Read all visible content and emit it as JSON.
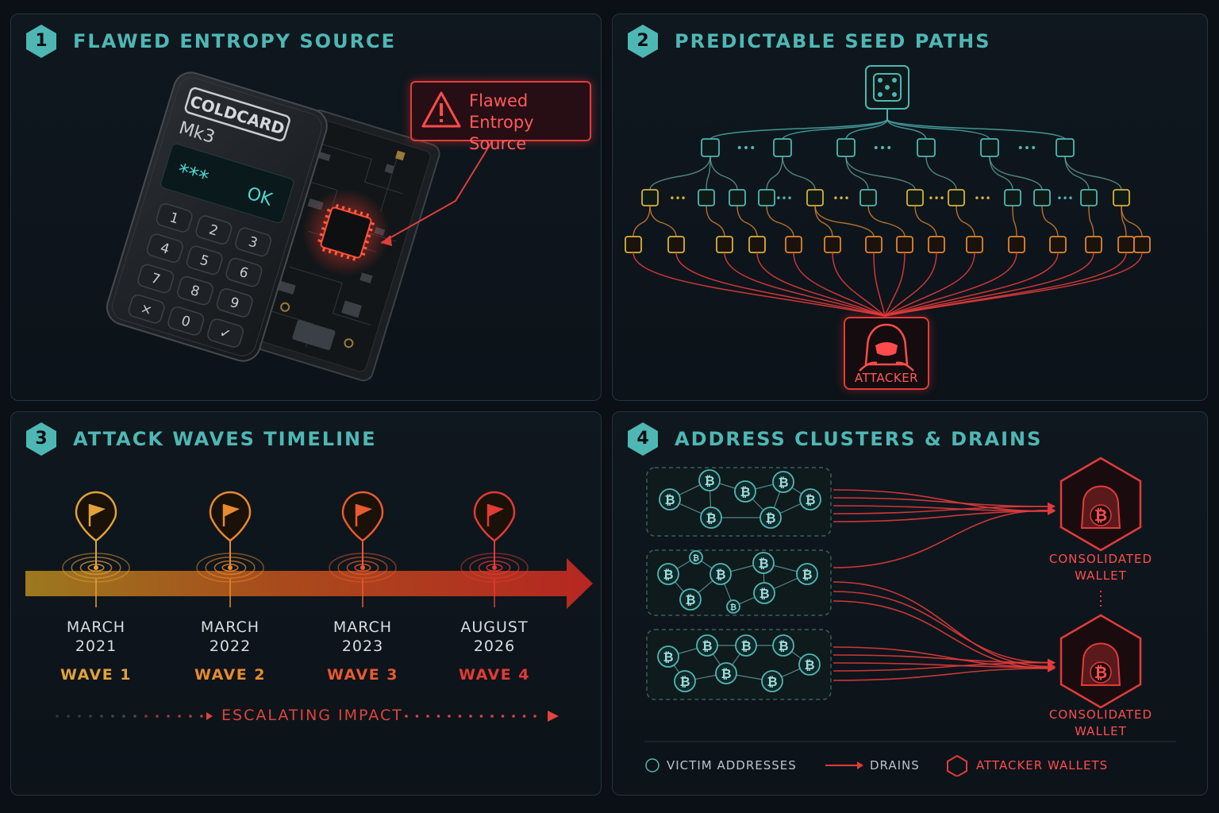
{
  "panels": [
    {
      "num": "1",
      "title": "FLAWED ENTROPY SOURCE"
    },
    {
      "num": "2",
      "title": "PREDICTABLE SEED PATHS"
    },
    {
      "num": "3",
      "title": "ATTACK WAVES TIMELINE"
    },
    {
      "num": "4",
      "title": "ADDRESS CLUSTERS & DRAINS"
    }
  ],
  "device": {
    "brand": "COLDCARD",
    "model": "Mk3",
    "screen_stars": "***",
    "screen_ok": "OK",
    "keys": [
      "1",
      "2",
      "3",
      "4",
      "5",
      "6",
      "7",
      "8",
      "9",
      "×",
      "0",
      "✓"
    ]
  },
  "callout": {
    "line1": "Flawed",
    "line2": "Entropy Source"
  },
  "attacker_label": "ATTACKER",
  "timeline": {
    "waves": [
      {
        "month": "MARCH",
        "year": "2021",
        "label": "WAVE 1",
        "color": "#e2a13a"
      },
      {
        "month": "MARCH",
        "year": "2022",
        "label": "WAVE 2",
        "color": "#e88a2e"
      },
      {
        "month": "MARCH",
        "year": "2023",
        "label": "WAVE 3",
        "color": "#e85a30"
      },
      {
        "month": "AUGUST",
        "year": "2026",
        "label": "WAVE 4",
        "color": "#e33a35"
      }
    ],
    "escalating": "ESCALATING IMPACT"
  },
  "wallets": [
    {
      "line1": "CONSOLIDATED",
      "line2": "WALLET"
    },
    {
      "line1": "CONSOLIDATED",
      "line2": "WALLET"
    }
  ],
  "legend": {
    "victim": "VICTIM ADDRESSES",
    "drains": "DRAINS",
    "attacker": "ATTACKER WALLETS"
  },
  "btc_symbol": "₿",
  "dots": "•••",
  "colors": {
    "teal": "#4fb7b3",
    "red": "#e23b3b",
    "orange": "#e88a2e",
    "amber": "#e2a13a"
  }
}
